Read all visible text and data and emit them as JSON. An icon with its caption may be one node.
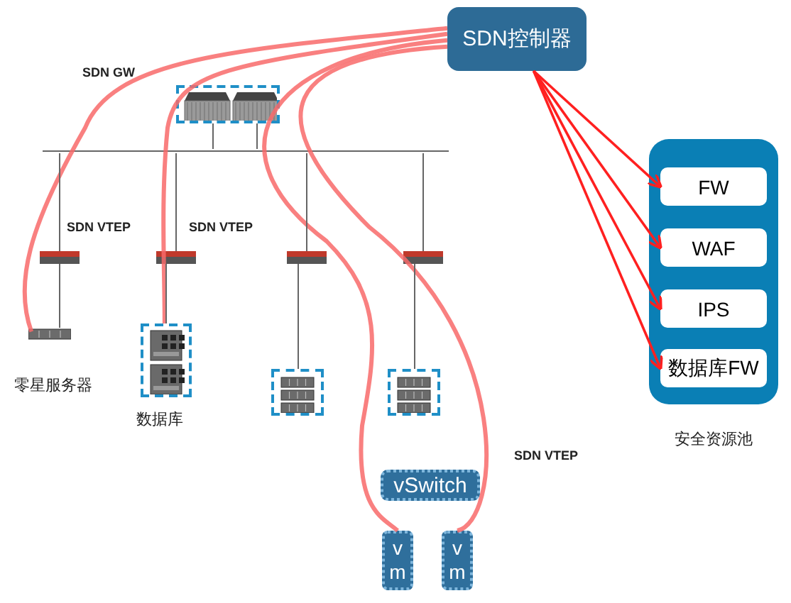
{
  "diagram": {
    "nodes": [
      {
        "text": [
          "SDN控制器"
        ]
      },
      {
        "text": [],
        "shape": "box",
        "beside": [
          "安全资源池"
        ]
      },
      {
        "text": [
          "FW"
        ],
        "in": 1
      },
      {
        "text": [
          "WAF"
        ],
        "in": 1
      },
      {
        "text": [
          "IPS"
        ],
        "in": 1
      },
      {
        "text": [
          "数据库FW"
        ],
        "in": 1
      },
      {
        "text": [],
        "shape": "picture",
        "beside": [
          "SDN GW"
        ]
      },
      {
        "text": [],
        "shape": "bar"
      },
      {
        "text": [],
        "shape": "bar",
        "beside": [
          "SDN VTEP"
        ]
      },
      {
        "text": [],
        "shape": "bar",
        "beside": [
          "SDN VTEP"
        ]
      },
      {
        "text": [],
        "shape": "bar"
      },
      {
        "text": [],
        "shape": "bar"
      },
      {
        "text": [],
        "shape": "picture",
        "beside": [
          "零星服务器"
        ]
      },
      {
        "text": [],
        "shape": "picture",
        "beside": [
          "数据库"
        ]
      },
      {
        "text": [],
        "shape": "picture"
      },
      {
        "text": [],
        "shape": "picture"
      },
      {
        "text": [
          "vSwitch"
        ],
        "beside": [
          "SDN VTEP"
        ]
      },
      {
        "text": [
          "vm"
        ]
      },
      {
        "text": [
          "vm"
        ]
      }
    ],
    "edges": [
      {
        "from": 0,
        "to": 2,
        "arrow": "to",
        "color": "#ff2020"
      },
      {
        "from": 0,
        "to": 3,
        "arrow": "to",
        "color": "#ff2020"
      },
      {
        "from": 0,
        "to": 4,
        "arrow": "to",
        "color": "#ff2020"
      },
      {
        "from": 0,
        "to": 5,
        "arrow": "to",
        "color": "#ff2020"
      },
      {
        "from": 0,
        "to": 12,
        "arrow": "none",
        "style": "thick",
        "color": "#f86a6a"
      },
      {
        "from": 0,
        "to": 13,
        "arrow": "none",
        "style": "thick",
        "color": "#f86a6a"
      },
      {
        "from": 0,
        "to": 17,
        "arrow": "none",
        "style": "thick",
        "color": "#f86a6a"
      },
      {
        "from": 0,
        "to": 18,
        "arrow": "none",
        "style": "thick",
        "color": "#f86a6a"
      },
      {
        "from": 6,
        "to": 7,
        "arrow": "none"
      },
      {
        "from": 6,
        "to": 7,
        "arrow": "none"
      },
      {
        "from": 7,
        "to": 8,
        "arrow": "none"
      },
      {
        "from": 7,
        "to": 9,
        "arrow": "none"
      },
      {
        "from": 7,
        "to": 10,
        "arrow": "none"
      },
      {
        "from": 7,
        "to": 11,
        "arrow": "none"
      },
      {
        "from": 8,
        "to": 12,
        "arrow": "none"
      },
      {
        "from": 9,
        "to": 13,
        "arrow": "none"
      },
      {
        "from": 10,
        "to": 14,
        "arrow": "none"
      },
      {
        "from": 11,
        "to": 15,
        "arrow": "none"
      }
    ]
  }
}
